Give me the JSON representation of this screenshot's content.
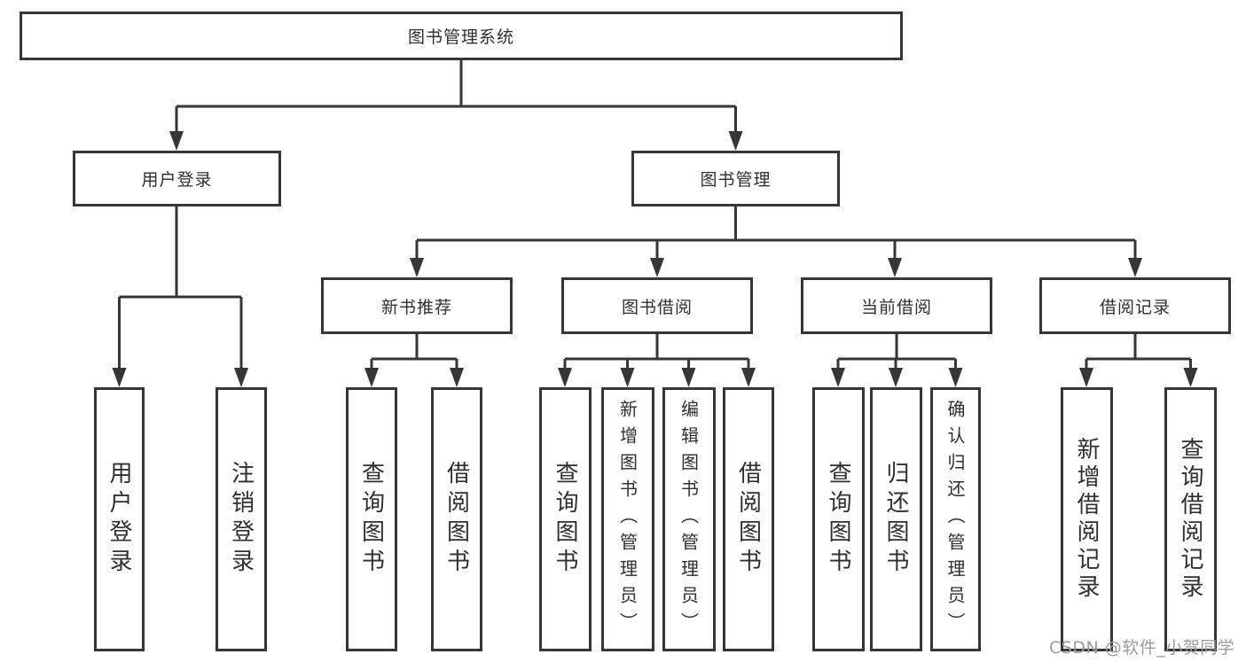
{
  "diagram": {
    "root": {
      "label": "图书管理系统"
    },
    "branches": [
      {
        "label": "用户登录",
        "children": [
          {
            "label": "用户登录"
          },
          {
            "label": "注销登录"
          }
        ]
      },
      {
        "label": "图书管理",
        "children": [
          {
            "label": "新书推荐",
            "children": [
              {
                "label": "查询图书"
              },
              {
                "label": "借阅图书"
              }
            ]
          },
          {
            "label": "图书借阅",
            "children": [
              {
                "label": "查询图书"
              },
              {
                "label": "新增图书（管理员）"
              },
              {
                "label": "编辑图书（管理员）"
              },
              {
                "label": "借阅图书"
              }
            ]
          },
          {
            "label": "当前借阅",
            "children": [
              {
                "label": "查询图书"
              },
              {
                "label": "归还图书"
              },
              {
                "label": "确认归还（管理员）"
              }
            ]
          },
          {
            "label": "借阅记录",
            "children": [
              {
                "label": "新增借阅记录"
              },
              {
                "label": "查询借阅记录"
              }
            ]
          }
        ]
      }
    ]
  },
  "watermark": {
    "text": "CSDN @软件_小贺同学"
  },
  "colors": {
    "line": "#363636",
    "text": "#2f2f2f",
    "watermark": "#9b9b9b",
    "background": "#ffffff"
  }
}
